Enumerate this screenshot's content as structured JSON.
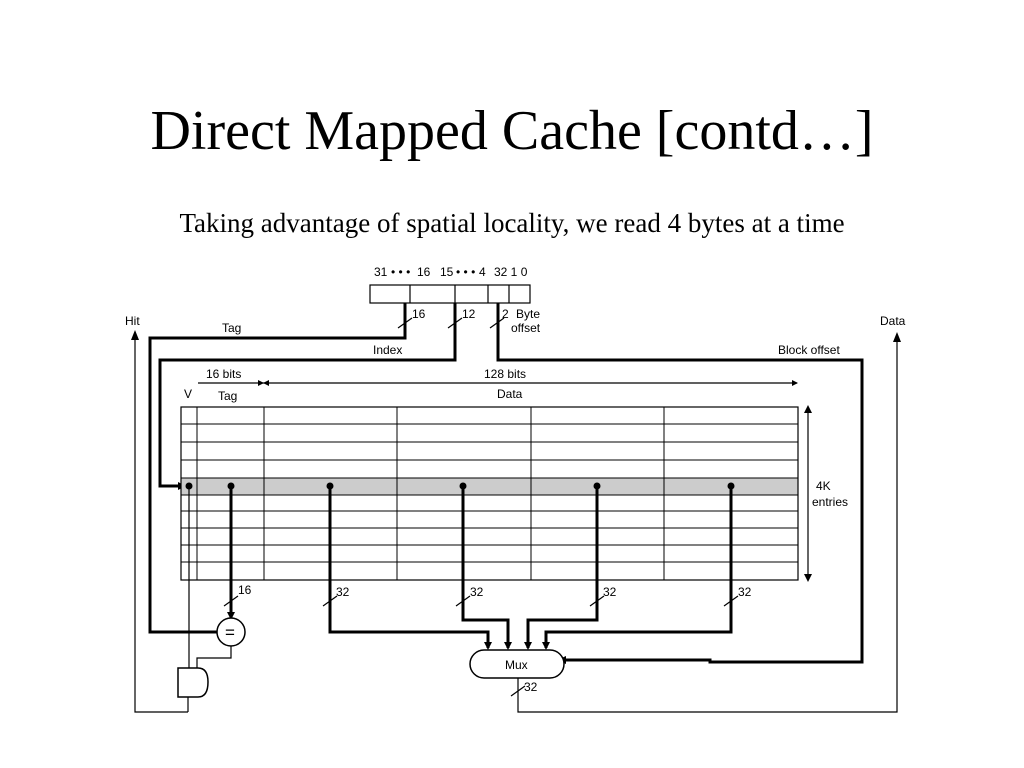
{
  "slide": {
    "title": "Direct Mapped Cache [contd…]",
    "subtitle": "Taking advantage of spatial locality, we read 4 bytes at a time"
  },
  "diagram": {
    "address_bits": {
      "left": "31",
      "mid1": "16",
      "mid2": "15",
      "mid3": "4",
      "right": "32 1 0"
    },
    "labels": {
      "hit": "Hit",
      "tag": "Tag",
      "index": "Index",
      "byte_offset_line1": "Byte",
      "byte_offset_line2": "offset",
      "block_offset": "Block offset",
      "data_out": "Data",
      "bits_16": "16 bits",
      "bits_128": "128 bits",
      "col_v": "V",
      "col_tag": "Tag",
      "col_data": "Data",
      "entries_line1": "4K",
      "entries_line2": "entries",
      "comparator": "=",
      "mux": "Mux"
    },
    "widths": {
      "tag_field": "16",
      "index_field": "12",
      "offset_field": "2",
      "tag_out": "16",
      "word0": "32",
      "word1": "32",
      "word2": "32",
      "word3": "32",
      "mux_out": "32"
    }
  }
}
